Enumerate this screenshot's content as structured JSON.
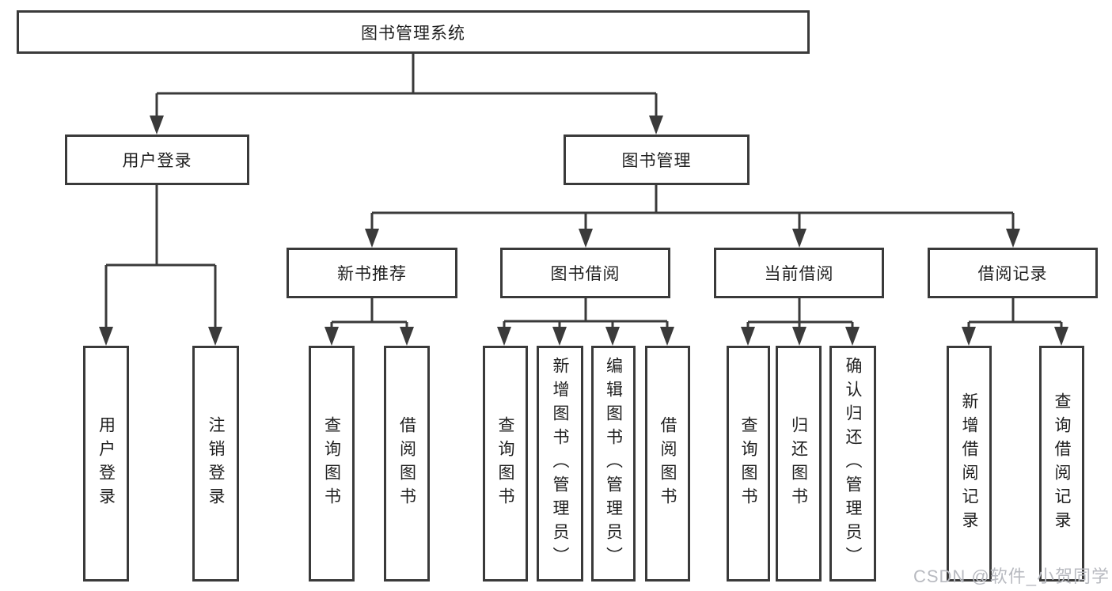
{
  "diagram": {
    "root": {
      "label": "图书管理系统"
    },
    "level2": [
      {
        "label": "用户登录",
        "children": [
          {
            "label": "用户登录"
          },
          {
            "label": "注销登录"
          }
        ]
      },
      {
        "label": "图书管理",
        "children": [
          {
            "label": "新书推荐",
            "children": [
              {
                "label": "查询图书"
              },
              {
                "label": "借阅图书"
              }
            ]
          },
          {
            "label": "图书借阅",
            "children": [
              {
                "label": "查询图书"
              },
              {
                "label": "新增图书（管理员）"
              },
              {
                "label": "编辑图书（管理员）"
              },
              {
                "label": "借阅图书"
              }
            ]
          },
          {
            "label": "当前借阅",
            "children": [
              {
                "label": "查询图书"
              },
              {
                "label": "归还图书"
              },
              {
                "label": "确认归还（管理员）"
              }
            ]
          },
          {
            "label": "借阅记录",
            "children": [
              {
                "label": "新增借阅记录"
              },
              {
                "label": "查询借阅记录"
              }
            ]
          }
        ]
      }
    ],
    "watermark": "CSDN @软件_小贺同学",
    "colors": {
      "line": "#3a3a3a",
      "text": "#1f1f1f",
      "watermark": "#b8bac0",
      "background": "#ffffff"
    }
  }
}
